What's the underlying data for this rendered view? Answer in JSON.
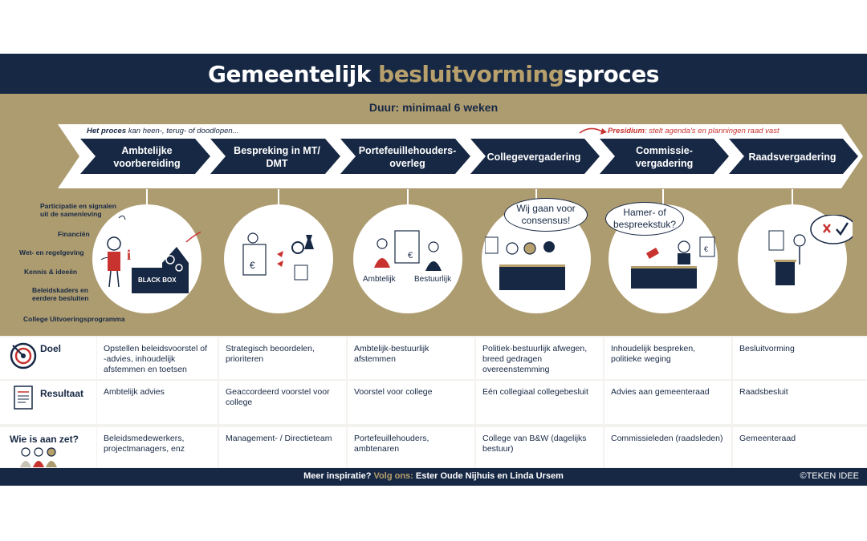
{
  "title": {
    "part1": "Gemeentelijk ",
    "highlight": "besluitvorming",
    "part2": "sproces"
  },
  "duration": "Duur: minimaal 6 weken",
  "notes": {
    "process_bold": "Het proces",
    "process_rest": " kan heen-, terug- of doodlopen...",
    "presidium_bold": "Presidium",
    "presidium_rest": ": stelt agenda's en planningen raad vast"
  },
  "steps": [
    {
      "line1": "Ambtelijke",
      "line2": "voorbereiding"
    },
    {
      "line1": "Bespreking in MT/",
      "line2": "DMT"
    },
    {
      "line1": "Portefeuillehouders-",
      "line2": "overleg"
    },
    {
      "line1": "Collegevergadering",
      "line2": ""
    },
    {
      "line1": "Commissie-",
      "line2": "vergadering"
    },
    {
      "line1": "Raadsvergadering",
      "line2": ""
    }
  ],
  "inputs": [
    "Participatie en signalen uit de samenleving",
    "Financiën",
    "Wet- en regelgeving",
    "Kennis & ideeën",
    "Beleidskaders en eerdere besluiten",
    "College Uitvoeringsprogramma"
  ],
  "illustrations": {
    "black_box": "BLACK BOX",
    "ambtelijk": "Ambtelijk",
    "bestuurlijk": "Bestuurlijk",
    "consensus_bubble": "Wij gaan voor consensus!",
    "hamer_bubble": "Hamer- of bespreekstuk?"
  },
  "rows": [
    {
      "label": "Doel",
      "icon": "target-icon",
      "cells": [
        "Opstellen beleidsvoorstel of -advies, inhoudelijk afstemmen en toetsen",
        "Strategisch beoordelen, prioriteren",
        "Ambtelijk-bestuurlijk afstemmen",
        "Politiek-bestuurlijk afwegen, breed gedragen overeenstemming",
        "Inhoudelijk bespreken, politieke weging",
        "Besluitvorming"
      ]
    },
    {
      "label": "Resultaat",
      "icon": "document-icon",
      "cells": [
        "Ambtelijk advies",
        "Geaccordeerd voorstel voor college",
        "Voorstel voor college",
        "Eén collegiaal collegebesluit",
        "Advies aan gemeenteraad",
        "Raadsbesluit"
      ]
    },
    {
      "label": "Wie is aan zet?",
      "icon": "people-icon",
      "cells": [
        "Beleidsmedewerkers, projectmanagers, enz",
        "Management- / Directieteam",
        "Portefeuillehouders, ambtenaren",
        "College van B&W (dagelijks bestuur)",
        "Commissieleden (raadsleden)",
        "Gemeenteraad"
      ]
    }
  ],
  "footer": {
    "text1": "Meer inspiratie? ",
    "gold": "Volg ons: ",
    "text2": "Ester Oude Nijhuis en Linda Ursem",
    "copyright": "©TEKEN IDEE"
  },
  "colors": {
    "navy": "#172844",
    "gold": "#ad9c70",
    "red": "#c8322f"
  }
}
